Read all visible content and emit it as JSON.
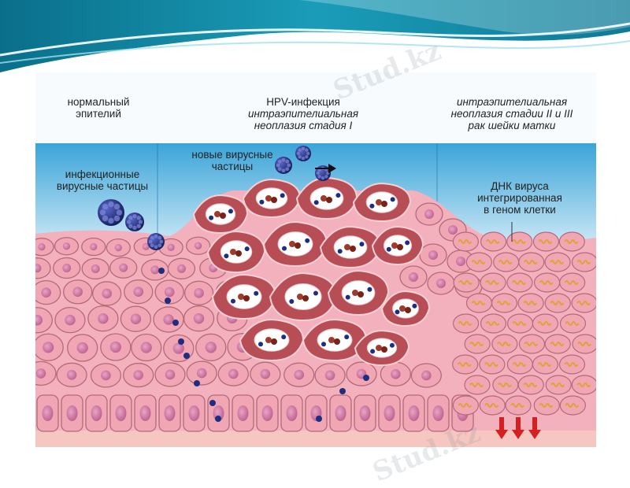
{
  "colors": {
    "banner_dark": "#0e7a96",
    "banner_light": "#7fd3e6",
    "water_top": "#3aa4d8",
    "water_bottom": "#dff1fa",
    "normal_cell": "#f0a6b3",
    "normal_cell_border": "#b46a7a",
    "nucleus": "#d47fa8",
    "infected_cell": "#b84e55",
    "virus_particle": "#1f2d80",
    "dna_marker": "#e0a33a",
    "arrow_red": "#d42020"
  },
  "labels": {
    "normal_epithelium": "нормальный\nэпителий",
    "hpv_infection_title": "HPV-инфекция",
    "cin_stage_1": "интраэпителиальная\nнеоплазия стадия I",
    "cin_stage_2_3": "интраэпителиальная\nнеоплазия стадии II и III\nрак шейки матки",
    "infectious_particles": "инфекционные\nвирусные частицы",
    "new_particles": "новые вирусные\nчастицы",
    "viral_dna": "ДНК вируса\nинтегрированная\nв геном клетки"
  },
  "watermark": "Stud.kz"
}
